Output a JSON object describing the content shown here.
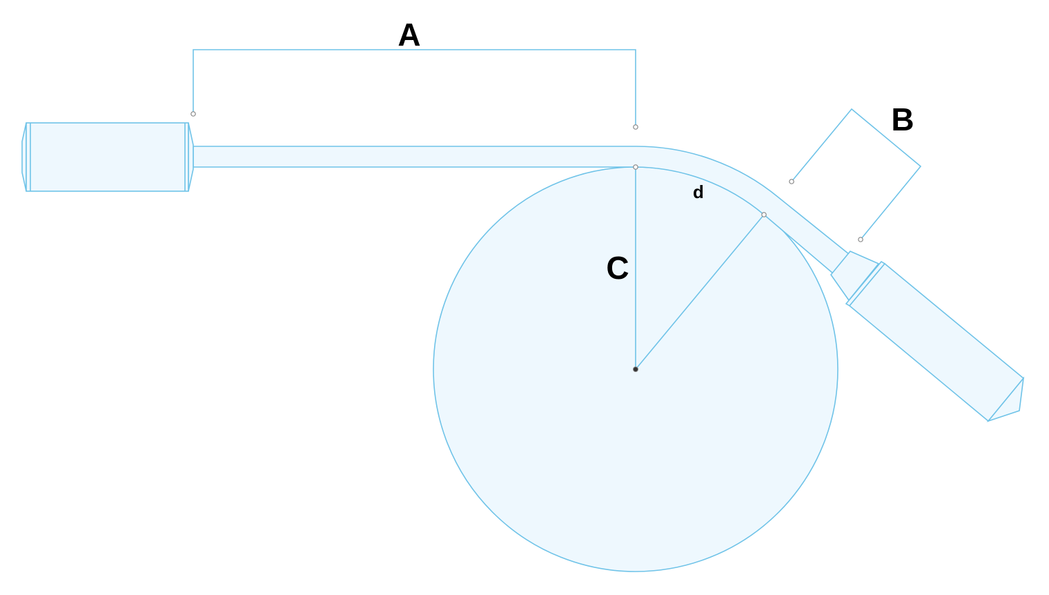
{
  "labels": {
    "a": "A",
    "b": "B",
    "c": "C",
    "d": "d"
  },
  "colors": {
    "stroke": "#6fc3e8",
    "fill": "#eef8fe"
  }
}
